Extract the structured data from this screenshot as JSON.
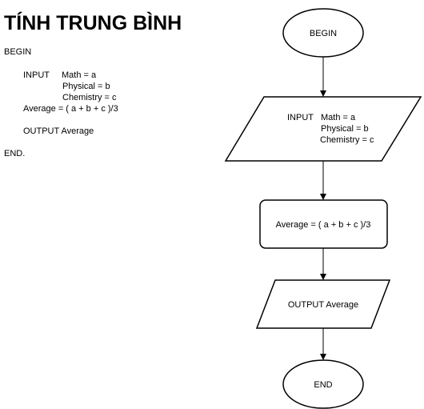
{
  "title": "TÍNH TRUNG BÌNH",
  "pseudocode": {
    "begin": "BEGIN",
    "input_keyword": "INPUT",
    "input_lines": [
      "Math = a",
      "Physical = b",
      "Chemistry = c"
    ],
    "formula": "Average = ( a + b + c )/3",
    "output_line": "OUTPUT   Average",
    "end": "END."
  },
  "flowchart": {
    "begin": "BEGIN",
    "input_keyword": "INPUT",
    "input_lines": [
      "Math = a",
      "Physical = b",
      "Chemistry = c"
    ],
    "process": "Average = ( a + b + c )/3",
    "output": "OUTPUT Average",
    "end": "END"
  }
}
